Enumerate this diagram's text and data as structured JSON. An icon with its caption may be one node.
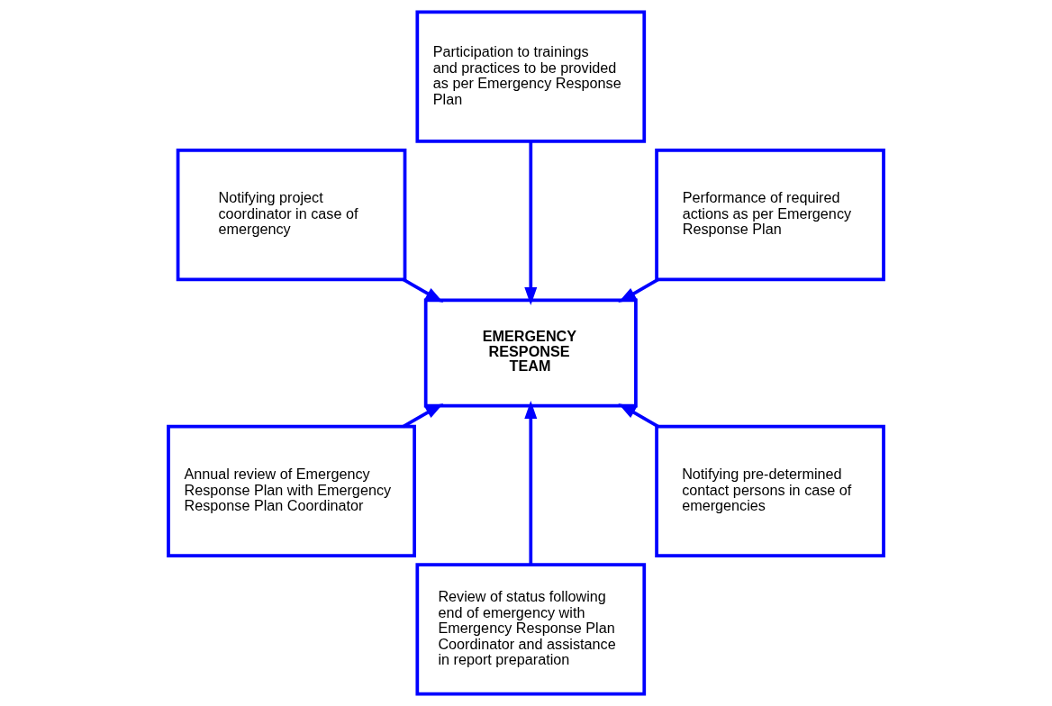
{
  "diagram": {
    "nodes": [
      {
        "text": [
          "Performance of required actions as per Emergency Response Plan"
        ]
      },
      {
        "text": [
          "Participation to trainings and practices to be provided as per Emergency Response Plan"
        ]
      },
      {
        "text": [
          "Notifying project coordinator in case of emergency"
        ]
      },
      {
        "text": [
          "EMERGENCY RESPONSE TEAM"
        ]
      },
      {
        "text": [
          "Annual review of Emergency Response Plan with Emergency Response Plan Coordinator"
        ]
      },
      {
        "text": [
          "Review of status following end of emergency with Emergency Response Plan Coordinator and assistance in report preparation"
        ]
      },
      {
        "text": [
          "Notifying pre-determined contact persons in case of emergencies"
        ]
      }
    ],
    "edges": [
      {
        "from": 0,
        "to": 3,
        "arrow": "to"
      },
      {
        "from": 1,
        "to": 3,
        "arrow": "to"
      },
      {
        "from": 2,
        "to": 3,
        "arrow": "to"
      },
      {
        "from": 4,
        "to": 3,
        "arrow": "to"
      },
      {
        "from": 5,
        "to": 3,
        "arrow": "to"
      },
      {
        "from": 6,
        "to": 3,
        "arrow": "to"
      }
    ]
  }
}
